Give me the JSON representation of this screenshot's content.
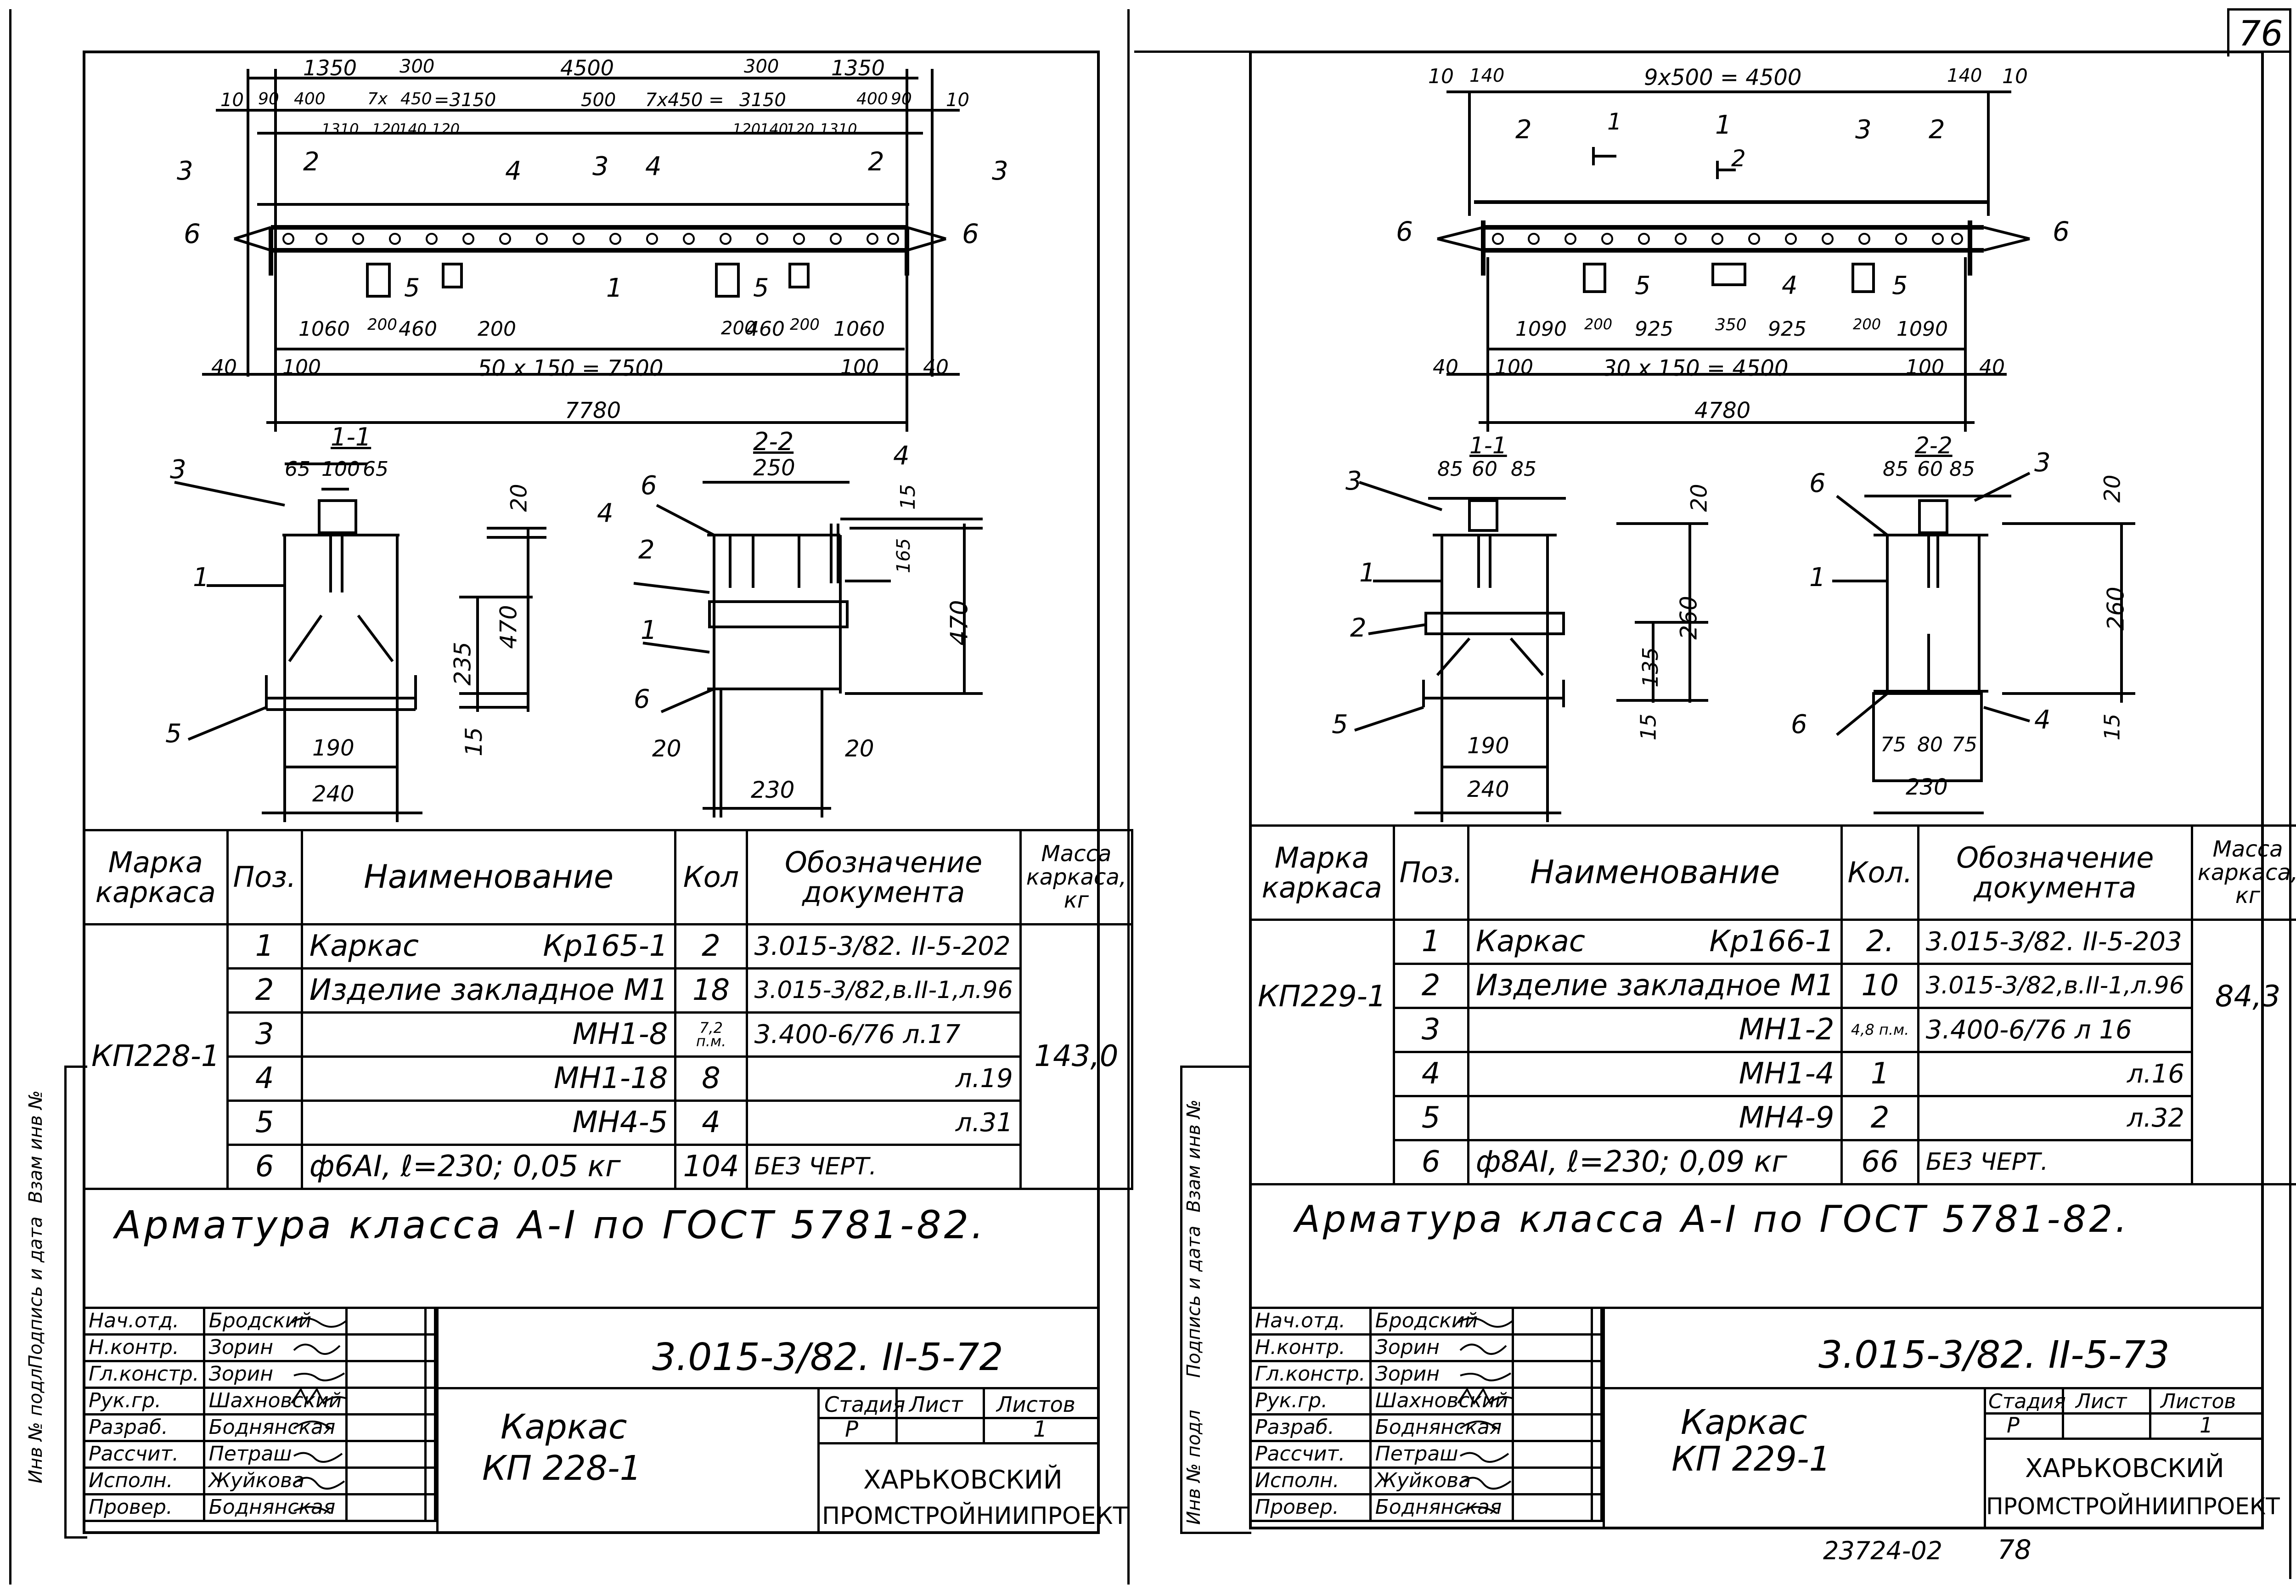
{
  "page_number": "76",
  "bottom_numbers": {
    "archive": "23724-02",
    "page": "78"
  },
  "margin_labels": {
    "inv_original": "Инв № подл",
    "sign_date": "Подпись и дата",
    "inv_replace": "Взам инв №"
  },
  "sheets": [
    {
      "id": "left",
      "plan": {
        "top_dims": [
          "1350",
          "300",
          "4500",
          "300",
          "1350"
        ],
        "row2": [
          "10",
          "90",
          "400",
          "7x",
          "450",
          "=3150",
          "500",
          "7x450 =",
          "3150",
          "400",
          "90",
          "10"
        ],
        "row3": [
          "1310",
          "120",
          "140",
          "120",
          "120",
          "140",
          "120",
          "1310"
        ],
        "callouts": [
          "1",
          "2",
          "3",
          "4",
          "5",
          "6"
        ],
        "bottom_dims": [
          "1060",
          "200",
          "460",
          "200",
          "200",
          "460",
          "200",
          "1060"
        ],
        "spacing": [
          "40",
          "100",
          "50 x 150 = 7500",
          "100",
          "40"
        ],
        "total": "7780"
      },
      "section_1": {
        "title": "1-1",
        "dims": [
          "65",
          "100",
          "65",
          "20",
          "470",
          "235",
          "15",
          "190",
          "240"
        ]
      },
      "section_2": {
        "title": "2-2",
        "dims": [
          "250",
          "15",
          "165",
          "470",
          "20",
          "230",
          "20"
        ]
      },
      "table": {
        "headers": [
          "Марка каркаса",
          "Поз.",
          "Наименование",
          "Кол",
          "Обозначение документа",
          "Масса каркаса, кг"
        ],
        "mark": "КП228-1",
        "mass": "143,0",
        "rows": [
          {
            "pos": "1",
            "name": "Каркас",
            "name2": "Кр165-1",
            "qty": "2",
            "doc": "3.015-3/82. II-5-202"
          },
          {
            "pos": "2",
            "name": "Изделие закладное М1",
            "name2": "",
            "qty": "18",
            "doc": "3.015-3/82,в.II-1,л.96"
          },
          {
            "pos": "3",
            "name": "",
            "name2": "МН1-8",
            "qty": "7,2 п.м.",
            "doc": "3.400-6/76 л.17"
          },
          {
            "pos": "4",
            "name": "",
            "name2": "МН1-18",
            "qty": "8",
            "doc": "л.19"
          },
          {
            "pos": "5",
            "name": "",
            "name2": "МН4-5",
            "qty": "4",
            "doc": "л.31"
          },
          {
            "pos": "6",
            "name": "ф6АI, ℓ=230; 0,05 кг",
            "name2": "",
            "qty": "104",
            "doc": "БЕЗ ЧЕРТ."
          }
        ]
      },
      "note": "Арматура класса А-I по ГОСТ 5781-82.",
      "stamp": {
        "roles": [
          "Нач.отд.",
          "Н.контр.",
          "Гл.констр.",
          "Рук.гр.",
          "Разраб.",
          "Рассчит.",
          "Исполн.",
          "Провер."
        ],
        "names": [
          "Бродский",
          "Зорин",
          "Зорин",
          "Шахновский",
          "Боднянская",
          "Петраш",
          "Жуйкова",
          "Боднянская"
        ],
        "designation": "3.015-3/82. II-5-72",
        "title_line1": "Каркас",
        "title_line2": "КП 228-1",
        "stage_headers": [
          "Стадия",
          "Лист",
          "Листов"
        ],
        "stage_values": [
          "Р",
          "",
          "1"
        ],
        "org_line1": "ХАРЬКОВСКИЙ",
        "org_line2": "ПРОМСТРОЙНИИПРОЕКТ"
      }
    },
    {
      "id": "right",
      "plan": {
        "top_dims": [
          "10",
          "140",
          "9x500 = 4500",
          "140",
          "10"
        ],
        "callouts": [
          "1",
          "2",
          "3",
          "4",
          "5",
          "6"
        ],
        "bottom_dims": [
          "1090",
          "200",
          "925",
          "350",
          "925",
          "200",
          "1090"
        ],
        "spacing": [
          "40",
          "100",
          "30 x 150 = 4500",
          "100",
          "40"
        ],
        "total": "4780"
      },
      "section_1": {
        "title": "1-1",
        "dims": [
          "85",
          "60",
          "85",
          "20",
          "260",
          "135",
          "15",
          "190",
          "240"
        ]
      },
      "section_2": {
        "title": "2-2",
        "dims": [
          "85",
          "60",
          "85",
          "20",
          "260",
          "15",
          "75",
          "80",
          "75",
          "230"
        ]
      },
      "table": {
        "headers": [
          "Марка каркаса",
          "Поз.",
          "Наименование",
          "Кол.",
          "Обозначение документа",
          "Масса каркаса, кг"
        ],
        "mark": "КП229-1",
        "mass": "84,3",
        "rows": [
          {
            "pos": "1",
            "name": "Каркас",
            "name2": "Кр166-1",
            "qty": "2.",
            "doc": "3.015-3/82. II-5-203"
          },
          {
            "pos": "2",
            "name": "Изделие закладное М1",
            "name2": "",
            "qty": "10",
            "doc": "3.015-3/82,в.II-1,л.96"
          },
          {
            "pos": "3",
            "name": "",
            "name2": "МН1-2",
            "qty": "4,8 п.м.",
            "doc": "3.400-6/76 л 16"
          },
          {
            "pos": "4",
            "name": "",
            "name2": "МН1-4",
            "qty": "1",
            "doc": "л.16"
          },
          {
            "pos": "5",
            "name": "",
            "name2": "МН4-9",
            "qty": "2",
            "doc": "л.32"
          },
          {
            "pos": "6",
            "name": "ф8АI, ℓ=230; 0,09 кг",
            "name2": "",
            "qty": "66",
            "doc": "БЕЗ ЧЕРТ."
          }
        ]
      },
      "note": "Арматура класса А-I по ГОСТ 5781-82.",
      "stamp": {
        "roles": [
          "Нач.отд.",
          "Н.контр.",
          "Гл.констр.",
          "Рук.гр.",
          "Разраб.",
          "Рассчит.",
          "Исполн.",
          "Провер."
        ],
        "names": [
          "Бродский",
          "Зорин",
          "Зорин",
          "Шахновский",
          "Боднянская",
          "Петраш",
          "Жуйкова",
          "Боднянская"
        ],
        "designation": "3.015-3/82. II-5-73",
        "title_line1": "Каркас",
        "title_line2": "КП 229-1",
        "stage_headers": [
          "Стадия",
          "Лист",
          "Листов"
        ],
        "stage_values": [
          "Р",
          "",
          "1"
        ],
        "org_line1": "ХАРЬКОВСКИЙ",
        "org_line2": "ПРОМСТРОЙНИИПРОЕКТ"
      }
    }
  ]
}
